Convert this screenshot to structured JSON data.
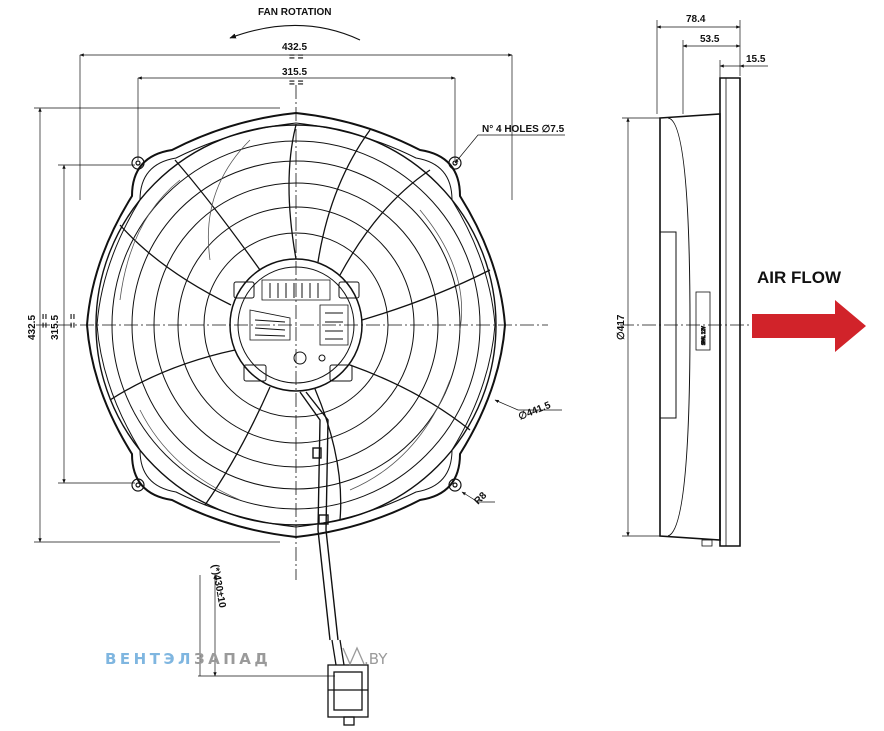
{
  "labels": {
    "fan_rotation": "FAN ROTATION",
    "air_flow": "AIR FLOW",
    "holes": "N° 4 HOLES ∅7.5",
    "radius": "R8",
    "cable_length": "(*)430±10",
    "outer_diameter": "∅441.5",
    "depth_diameter": "∅417"
  },
  "dimensions": {
    "overall_width": "432.5",
    "hole_width": "315.5",
    "overall_height": "432.5",
    "hole_height": "315.5",
    "depth_total": "78.4",
    "depth_mid": "53.5",
    "depth_flange": "15.5"
  },
  "watermark": {
    "part1": "ВЕНТЭЛ",
    "part2": "ЗАПАД",
    "suffix": ".BY"
  },
  "colors": {
    "arrow": "#d1232a",
    "line": "#111111",
    "brand_blue": "#7fb6e0",
    "brand_gray": "#9a9a9a"
  }
}
